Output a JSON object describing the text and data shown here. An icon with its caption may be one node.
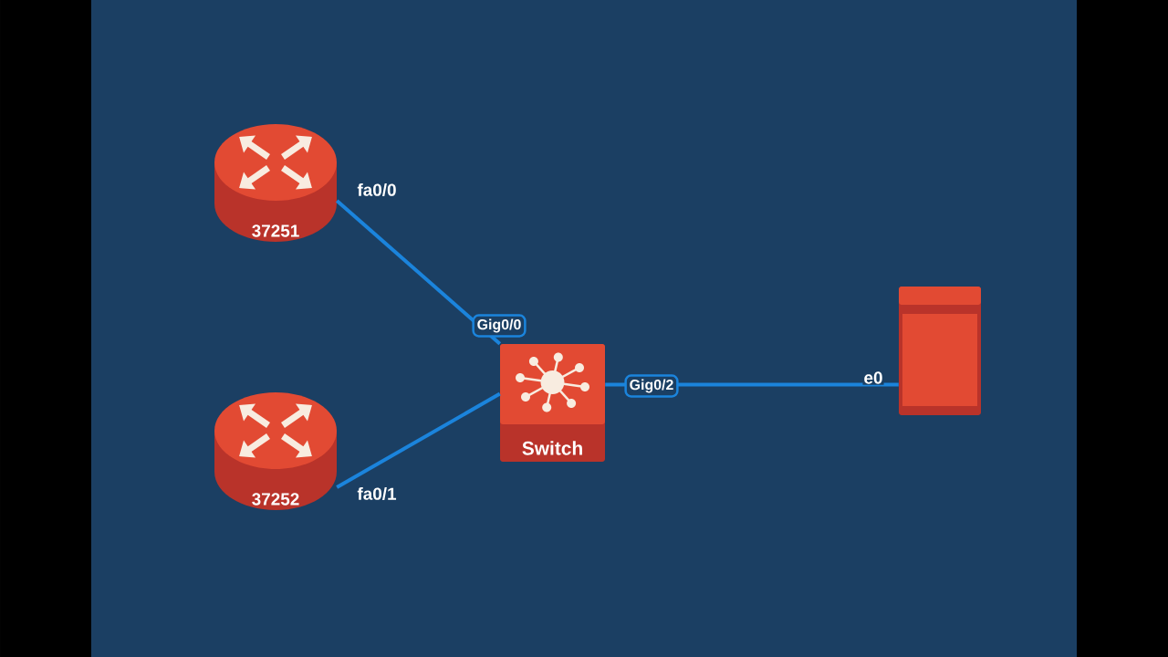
{
  "diagram": {
    "nodes": [
      {
        "text": [
          "37251"
        ]
      },
      {
        "text": [
          "37252"
        ]
      },
      {
        "text": [
          "Switch"
        ]
      },
      {
        "text": [],
        "shape": "box"
      }
    ],
    "edges": [
      {
        "from": 0,
        "to": 2,
        "arrow": "none",
        "label": "Gig0/0"
      },
      {
        "from": 1,
        "to": 2,
        "arrow": "none"
      },
      {
        "from": 2,
        "to": 3,
        "arrow": "none",
        "label": "Gig0/2"
      }
    ],
    "labels": [
      "fa0/0",
      "fa0/1",
      "e0"
    ]
  }
}
